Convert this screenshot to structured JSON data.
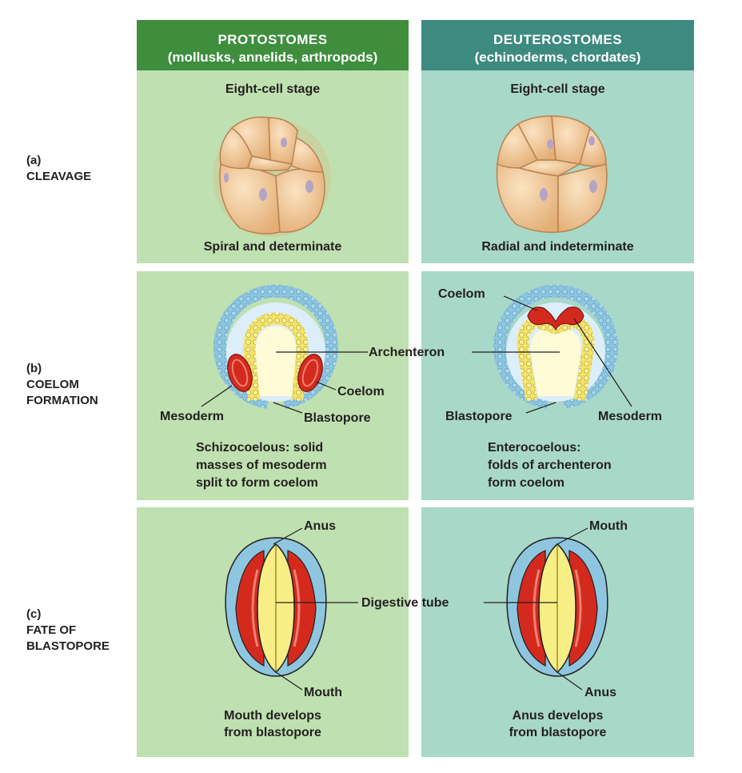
{
  "columns": {
    "protostomes": {
      "title": "PROTOSTOMES",
      "subtitle": "(mollusks, annelids, arthropods)",
      "header_color": "#3e8e3e",
      "panel_color": "#bfe0b0"
    },
    "deuterostomes": {
      "title": "DEUTEROSTOMES",
      "subtitle": "(echinoderms, chordates)",
      "header_color": "#3d8a80",
      "panel_color": "#a8d8c8"
    }
  },
  "rows": {
    "cleavage": {
      "letter": "(a)",
      "name": "CLEAVAGE"
    },
    "coelom": {
      "letter": "(b)",
      "name_line1": "COELOM",
      "name_line2": "FORMATION"
    },
    "fate": {
      "letter": "(c)",
      "name_line1": "FATE OF",
      "name_line2": "BLASTOPORE"
    }
  },
  "cleavage": {
    "proto_stage": "Eight-cell stage",
    "deut_stage": "Eight-cell stage",
    "proto_caption": "Spiral and determinate",
    "deut_caption": "Radial and indeterminate"
  },
  "coelom": {
    "shared_label": "Archenteron",
    "proto_labels": {
      "coelom": "Coelom",
      "mesoderm": "Mesoderm",
      "blastopore": "Blastopore"
    },
    "deut_labels": {
      "coelom": "Coelom",
      "mesoderm": "Mesoderm",
      "blastopore": "Blastopore"
    },
    "proto_caption": [
      "Schizocoelous: solid",
      "masses of mesoderm",
      "split to form coelom"
    ],
    "deut_caption": [
      "Enterocoelous:",
      "folds of archenteron",
      "form coelom"
    ]
  },
  "fate": {
    "shared_label": "Digestive tube",
    "proto_labels": {
      "top": "Anus",
      "bottom": "Mouth"
    },
    "deut_labels": {
      "top": "Mouth",
      "bottom": "Anus"
    },
    "proto_caption": [
      "Mouth develops",
      "from blastopore"
    ],
    "deut_caption": [
      "Anus develops",
      "from blastopore"
    ]
  },
  "colors": {
    "ectoderm": "#8ec6e0",
    "endoderm": "#f7ee86",
    "mesoderm": "#d42a1e",
    "cell": "#f0c79a"
  }
}
